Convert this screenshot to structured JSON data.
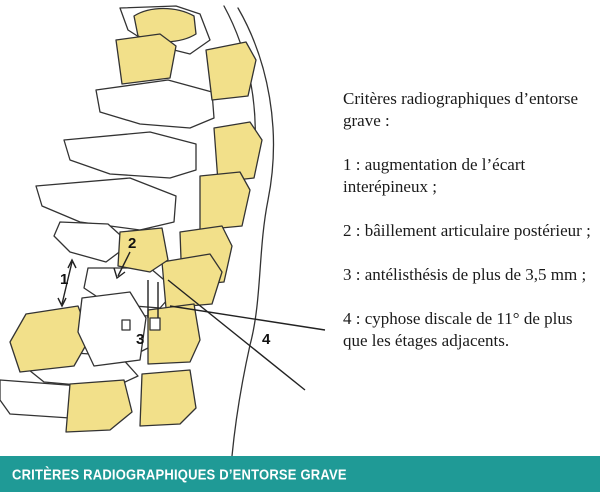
{
  "legend": {
    "title": "Critères radiographiques d’entorse grave :",
    "items": [
      "1 : augmentation de l’écart interépineux ;",
      "2 : bâillement articulaire postérieur ;",
      "3 : antélisthésis de plus de 3,5 mm ;",
      "4 : cyphose discale de 11° de plus que les étages adjacents."
    ]
  },
  "markers": {
    "m1": "1",
    "m2": "2",
    "m3": "3",
    "m4": "4"
  },
  "caption": "CRITÈRES RADIOGRAPHIQUES D’ENTORSE GRAVE",
  "colors": {
    "bone_fill": "#f2e08a",
    "caption_bar": "#1f9a96",
    "line": "#333333"
  }
}
